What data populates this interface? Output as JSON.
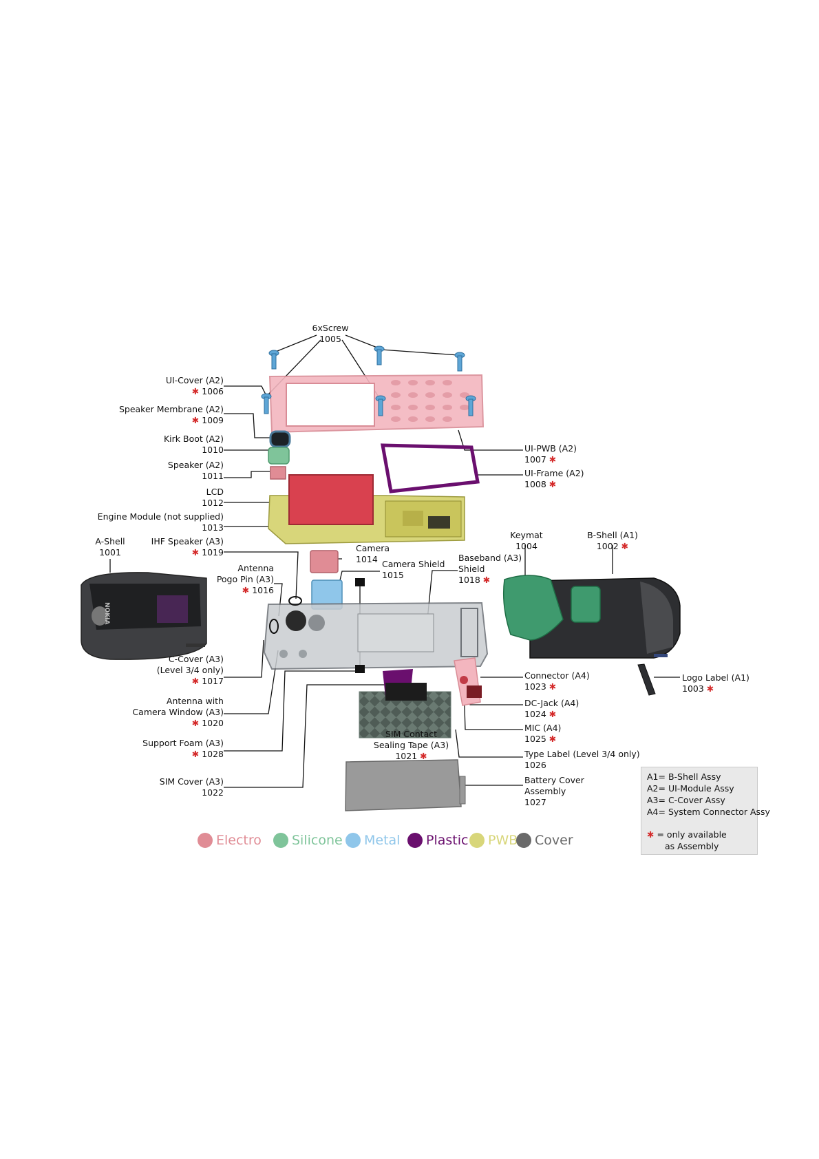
{
  "colors": {
    "electro": "#e08c95",
    "silicone": "#7fc49a",
    "metal": "#8fc6ea",
    "plastic": "#6a0f6e",
    "pwb": "#d8d67a",
    "cover": "#6a6a6a",
    "star": "#d42a2a"
  },
  "parts": {
    "screw": {
      "name": "6xScrew",
      "code": "1005"
    },
    "ui_cover": {
      "name": "UI-Cover (A2)",
      "code": "1006"
    },
    "speaker_membrane": {
      "name": "Speaker Membrane (A2)",
      "code": "1009"
    },
    "kirk_boot": {
      "name": "Kirk Boot (A2)",
      "code": "1010"
    },
    "speaker": {
      "name": "Speaker (A2)",
      "code": "1011"
    },
    "lcd": {
      "name": "LCD",
      "code": "1012"
    },
    "engine_module": {
      "name": "Engine Module (not supplied)",
      "code": "1013"
    },
    "a_shell": {
      "name": "A-Shell",
      "code": "1001"
    },
    "ihf_speaker": {
      "name": "IHF Speaker (A3)",
      "code": "1019"
    },
    "camera": {
      "name": "Camera",
      "code": "1014"
    },
    "camera_shield": {
      "name": "Camera Shield",
      "code": "1015"
    },
    "antenna_pogo": {
      "name1": "Antenna",
      "name2": "Pogo Pin (A3)",
      "code": "1016"
    },
    "baseband_shield": {
      "name1": "Baseband (A3)",
      "name2": "Shield",
      "code": "1018"
    },
    "c_cover": {
      "name1": "C-Cover (A3)",
      "name2": "(Level 3/4 only)",
      "code": "1017"
    },
    "antenna_cam_window": {
      "name1": "Antenna with",
      "name2": "Camera Window (A3)",
      "code": "1020"
    },
    "support_foam": {
      "name": "Support Foam (A3)",
      "code": "1028"
    },
    "sim_cover": {
      "name": "SIM Cover (A3)",
      "code": "1022"
    },
    "sim_contact": {
      "name1": "SIM Contact",
      "name2": "Sealing Tape (A3)",
      "code": "1021"
    },
    "ui_pwb": {
      "name": "UI-PWB (A2)",
      "code": "1007"
    },
    "ui_frame": {
      "name": "UI-Frame (A2)",
      "code": "1008"
    },
    "keymat": {
      "name": "Keymat",
      "code": "1004"
    },
    "b_shell": {
      "name": "B-Shell (A1)",
      "code": "1002"
    },
    "connector": {
      "name": "Connector (A4)",
      "code": "1023"
    },
    "dc_jack": {
      "name": "DC-Jack (A4)",
      "code": "1024"
    },
    "mic": {
      "name": "MIC (A4)",
      "code": "1025"
    },
    "type_label": {
      "name": "Type Label (Level 3/4 only)",
      "code": "1026"
    },
    "battery_cover": {
      "name1": "Battery Cover",
      "name2": "Assembly",
      "code": "1027"
    },
    "logo_label": {
      "name": "Logo Label (A1)",
      "code": "1003"
    }
  },
  "legend": {
    "a1": "A1= B-Shell Assy",
    "a2": "A2= UI-Module Assy",
    "a3": "A3= C-Cover Assy",
    "a4": "A4= System Connector Assy",
    "star_line1": "= only available",
    "star_line2": "as Assembly"
  },
  "materials": {
    "electro": "Electro",
    "silicone": "Silicone",
    "metal": "Metal",
    "plastic": "Plastic",
    "pwb": "PWB",
    "cover": "Cover"
  },
  "star_symbol": "✱",
  "logo_text": "NOKIA"
}
